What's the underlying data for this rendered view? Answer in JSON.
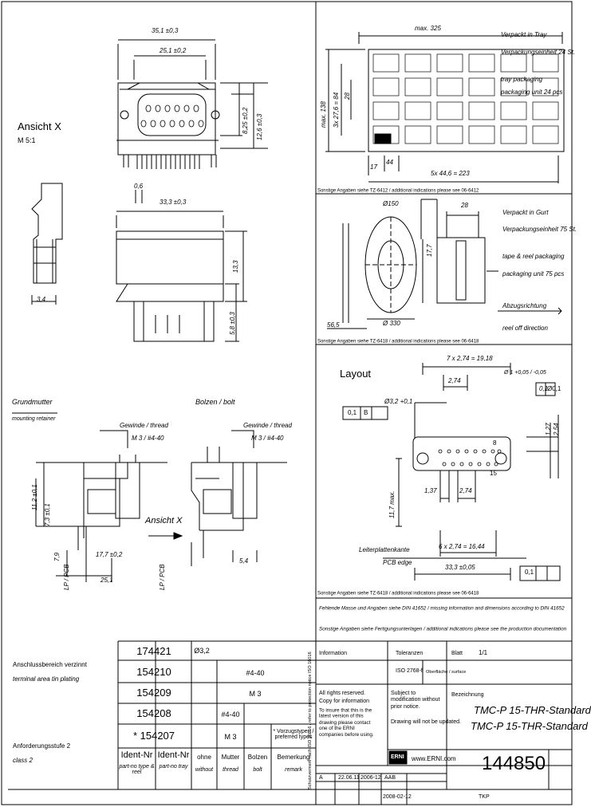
{
  "drawing": {
    "dim_top_total": "35,1 ±0,3",
    "dim_top_inner": "25,1 ±0,2",
    "dim_right_a": "8,25 ±0,2",
    "dim_right_b": "12,6 ±0,3",
    "view_x_title": "Ansicht X",
    "view_x_scale": "M 5:1",
    "dim_06": "0,6",
    "dim_333_top": "33,3 ±0,3",
    "dim_133": "13,3",
    "dim_58": "5,8 ±0,3",
    "dim_34_left": "3,4",
    "ground_title": "Grundmutter",
    "ground_title_en": "mounting retainer",
    "bolt_title": "Bolzen / bolt",
    "thread_left": "Gewinde / thread",
    "thread_left_val": "M 3 / #4-40",
    "thread_right": "Gewinde / thread",
    "thread_right_val": "M 3 / #4-40",
    "dim_112": "11,2 ±0,1",
    "dim_73": "7,3 ±0,1",
    "dim_79": "7,9",
    "dim_177": "17,7 ±0,2",
    "dim_251": "25,1",
    "lp_left": "LP / PCB",
    "lp_right": "LP / PCB",
    "view_x_arrow": "Ansicht X",
    "dim_54": "5,4"
  },
  "tray": {
    "dim_max325": "max. 325",
    "pack_de": "Verpackt in Tray",
    "pack_qty_de": "Verpackungseinheit 24 St.",
    "pack_en": "tray packaging",
    "pack_qty_en": "packaging unit 24 pcs",
    "dim_max138": "max. 138",
    "dim_3x254": "3x 27,6 = 84",
    "dim_28": "28",
    "dim_17": "17",
    "dim_44": "44",
    "dim_5x446": "5x 44,6 = 223",
    "note": "Sonstige Angaben siehe TZ-6412 / additional indications please see 06-6412"
  },
  "reel": {
    "dim_d150": "Ø150",
    "dim_28": "28",
    "dim_177": "17,7",
    "pack_de": "Verpackt in Gurt",
    "pack_qty_de": "Verpackungseinheit 75 St.",
    "pack_en": "tape & reel packaging",
    "pack_qty_en": "packaging unit 75 pcs",
    "dim_d330": "Ø 330",
    "dim_565": "56,5",
    "pull_de": "Abzugsrichtung",
    "pull_en": "reel off direction",
    "note": "Sonstige Angaben siehe TZ-6418 / additional indications please see 06-6418"
  },
  "layout": {
    "title": "Layout",
    "dim_7x274": "7 x 2,74 = 19,18",
    "dim_274a": "2,74",
    "dim_hole_small": "Ø 1 +0,05 / -0,05",
    "dim_tol01a": "0,1",
    "dim_hole_big": "Ø3,2 +0,1",
    "tol_box_l": "0,1",
    "tol_box_b": "B",
    "tol_box_r": "Ø0,1",
    "dim_127": "1,27",
    "dim_254": "2,54",
    "pin_8": "8",
    "pin_15": "15",
    "dim_137": "1,37",
    "dim_274b": "2,74",
    "dim_117": "11,7 max.",
    "dim_6x274": "6 x 2,74 = 16,44",
    "pcb_edge_de": "Leiterplattenkante",
    "pcb_edge_en": "PCB edge",
    "dim_333": "33,3 ±0,05",
    "tol_bottom": "0,1",
    "note": "Sonstige Angaben siehe TZ-6418 / additional indications please see 06-6418"
  },
  "notes": {
    "line1": "Fehlende Masse und Angaben siehe DIN 41652 / missing information and dimensions according to DIN 41652",
    "line2": "Sonstige Angaben siehe Fertigungsunterlagen / additional indications please see the production documentation"
  },
  "parts_table": {
    "left_notes": [
      {
        "de": "Anschlussbereich verzinnt",
        "en": "terminal area tin plating"
      },
      {
        "de": "Anforderungsstufe 2",
        "en": "class 2"
      }
    ],
    "rows": [
      {
        "id": "174421",
        "c2": "Ø3,2",
        "c3": "",
        "c4": "",
        "c5": ""
      },
      {
        "id": "154210",
        "c2": "",
        "c3": "#4-40",
        "c4": "",
        "c5": ""
      },
      {
        "id": "154209",
        "c2": "",
        "c3": "M 3",
        "c4": "",
        "c5": ""
      },
      {
        "id": "154208",
        "c2": "",
        "c3": "#4-40",
        "c4": "",
        "c5": ""
      },
      {
        "id": "* 154207",
        "c2": "",
        "c3": "M 3",
        "c4": "",
        "c5": "* Vorzugstypen / preferred types"
      }
    ],
    "headers": [
      {
        "de": "Ident-Nr",
        "en": "part-no type & reel"
      },
      {
        "de": "Ident-Nr",
        "en": "part-no tray"
      },
      {
        "de": "ohne",
        "en": "without"
      },
      {
        "de": "Mutter",
        "en": "thread"
      },
      {
        "de": "Bolzen",
        "en": "bolt"
      },
      {
        "de": "Bemerkung",
        "en": "remark"
      }
    ]
  },
  "title_block": {
    "info_label": "Information",
    "tolerance_label": "Toleranzen",
    "tolerance_std": "ISO 2768-f",
    "surface": "Oberfläche / surface",
    "sheet_label": "Blatt",
    "sheet_value": "1/1",
    "rights_de": "All rights reserved.",
    "rights_en": "Copy for information",
    "rights_note": "To insure that this is the latest version of this drawing please contact one of the ERNI companies before using.",
    "subject_de": "Subject to modification without prior notice.",
    "subject_en": "Drawing will not be updated.",
    "designation_label": "Bezeichnung",
    "designation_de": "TMC-P 15-THR-Standard",
    "designation_en": "TMC-P 15-THR-Standard",
    "company": "ERNI",
    "web": "www.ERNI.com",
    "drawing_no": "144850",
    "rev_a": "A",
    "rev_date": "22.06.11",
    "rev_code": "2006-12",
    "rev_name": "AAB",
    "rev_doc": "2008-02-12",
    "rev_by": "TKP",
    "side_text": "Schutzvermerk nach ISO 16016 / refer to protection notice ISO 16016"
  }
}
